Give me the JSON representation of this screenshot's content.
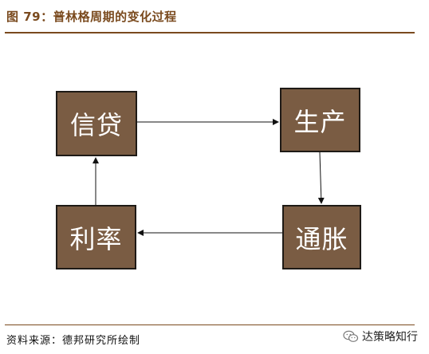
{
  "figure": {
    "title": "图 79：普林格周期的变化过程"
  },
  "diagram": {
    "nodes": {
      "credit": "信贷",
      "production": "生产",
      "inflation": "通胀",
      "interest": "利率"
    },
    "edges": [
      {
        "from": "credit",
        "to": "production"
      },
      {
        "from": "production",
        "to": "inflation"
      },
      {
        "from": "inflation",
        "to": "interest"
      },
      {
        "from": "interest",
        "to": "credit"
      }
    ]
  },
  "footer": {
    "source": "资料来源：德邦研究所绘制",
    "watermark": "达策略知行",
    "watermark_icon": "wechat-icon"
  },
  "colors": {
    "accent": "#7a4a1e",
    "box_fill": "#7a5c43"
  }
}
